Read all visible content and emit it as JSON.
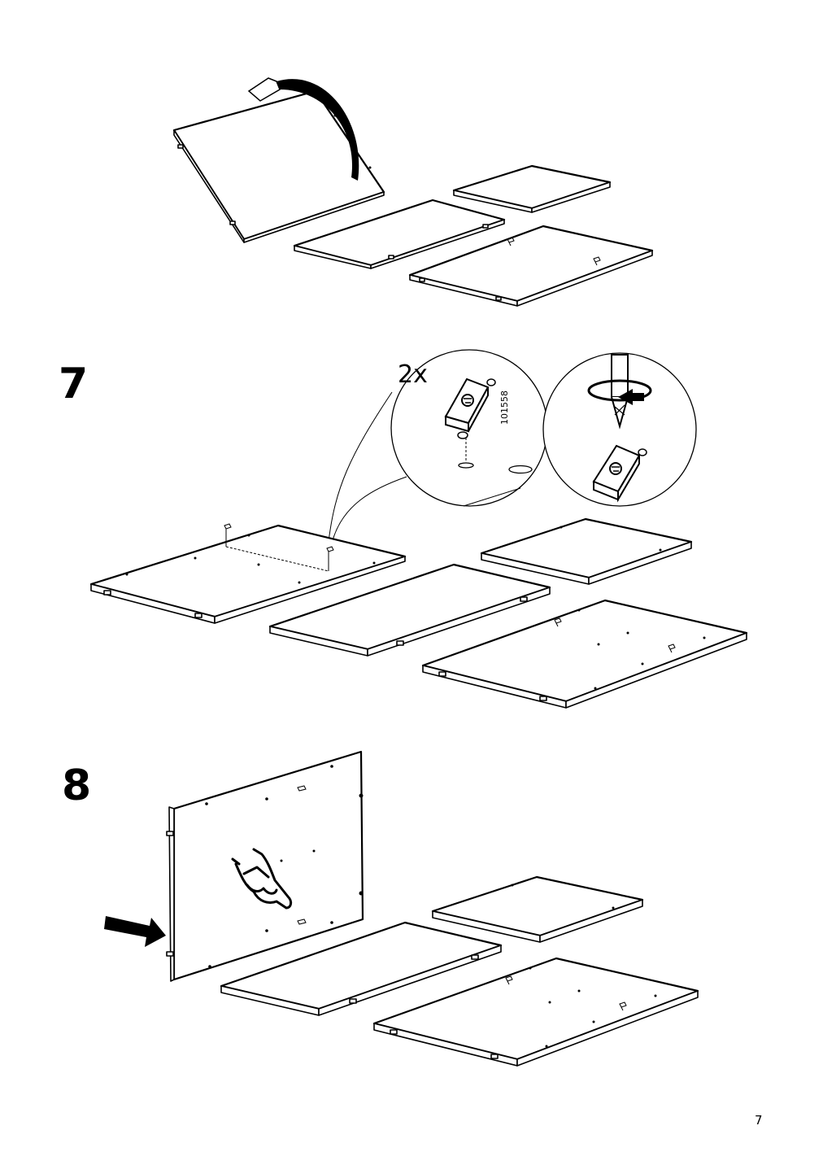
{
  "steps": {
    "step7": {
      "number": "7",
      "quantity": "2x",
      "part_number": "101558"
    },
    "step8": {
      "number": "8"
    }
  },
  "page_number": "7",
  "icons": {
    "flip": "curved-arrow-icon",
    "screwdriver": "screwdriver-icon",
    "rotate": "clockwise-rotation-icon",
    "hand": "hand-press-icon",
    "push": "push-arrow-icon"
  }
}
